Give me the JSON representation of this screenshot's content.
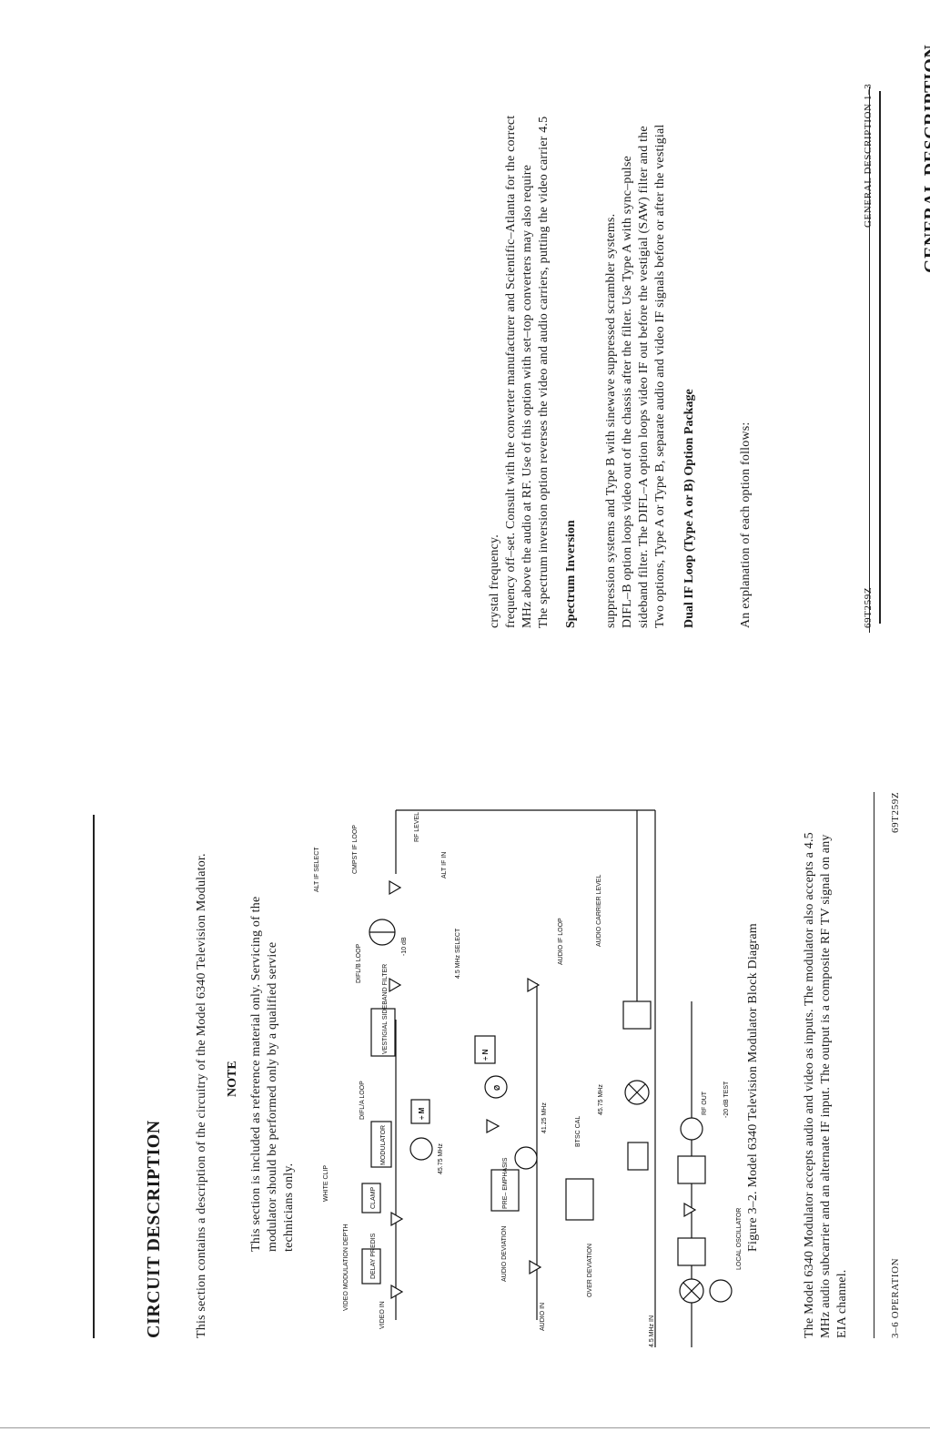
{
  "right_page": {
    "header_title": "GENERAL DESCRIPTION",
    "intro": "An explanation of each option follows:",
    "section1_heading": "Dual IF Loop (Type A or B) Option Package",
    "section1_lines": [
      "Two options, Type A or Type B, separate audio and video IF signals before or after the vestigial",
      "sideband filter. The DIFL–A  option loops video IF out before the vestigial (SAW) filter and the",
      "DIFL–B option loops video out of the chassis after the filter. Use Type A with sync–pulse",
      "suppression systems and Type B with sinewave suppressed scrambler systems."
    ],
    "section2_heading": "Spectrum Inversion",
    "section2_lines": [
      "The spectrum inversion option reverses the video and audio carriers, putting the video carrier 4.5",
      "MHz above the audio at RF. Use of this option with set–top converters may also require",
      "frequency off–set. Consult with the converter manufacturer and Scientific–Atlanta for the correct",
      "crystal frequency."
    ],
    "footer_left": "69T259Z",
    "footer_right": "GENERAL DESCRIPTION  1–3"
  },
  "left_page": {
    "title": "CIRCUIT DESCRIPTION",
    "intro": "This section contains a description of the circuitry of the Model 6340 Television Modulator.",
    "note_heading": "NOTE",
    "note_lines": [
      "This section is included as reference material only. Servicing of the",
      "modulator should be performed only by a qualified service",
      "technicians only."
    ],
    "figure_caption": "Figure 3–2.   Model 6340 Television Modulator Block Diagram",
    "body_lines": [
      "The Model 6340 Modulator accepts audio and video as inputs.  The modulator also accepts a 4.5",
      "MHz audio subcarrier and an alternate IF input.  The output is a composite RF TV signal on any",
      "EIA channel."
    ],
    "footer_left": "3–6   OPERATION",
    "footer_right": "69T259Z"
  },
  "diagram": {
    "labels": {
      "video_in": "VIDEO IN",
      "video_mod_depth": "VIDEO MODULATION DEPTH",
      "delay_predis": "DELAY PREDIS",
      "clamp": "CLAMP",
      "white_clip": "WHITE CLIP",
      "modulator": "MODULATOR",
      "osc_4575": "45.75 MHz",
      "divide_m": "÷ M",
      "difla_loop": "DIFL/A LOOP",
      "vsb_filter": "VESTIGIAL SIDEBAND FILTER",
      "diflb_loop": "DIFL/B LOOP",
      "minus10": "-10 dB",
      "alt_if_select": "ALT IF SELECT",
      "cmpst_if_loop": "CMPST IF LOOP",
      "alt_if_in": "ALT IF IN",
      "rf_level": "RF LEVEL",
      "audio_in": "AUDIO IN",
      "audio_dev": "AUDIO DEVIATION",
      "pre_emph": "PRE– EMPHASIS",
      "over_dev": "OVER DEVIATION",
      "btsc_cal": "BTSC CAL",
      "osc_4125": "41.25 MHz",
      "divide_n": "÷ N",
      "sel_45": "4.5 MHz SELECT",
      "audio_if_loop": "AUDIO IF LOOP",
      "audio_carrier_level": "AUDIO CARRIER LEVEL",
      "in_45": "4.5 MHz IN",
      "local_osc": "LOCAL OSCILLATOR",
      "rf_out": "RF OUT",
      "test_20": "-20 dB TEST",
      "mix_4575": "45.75 MHz",
      "phase": "Ø"
    }
  }
}
